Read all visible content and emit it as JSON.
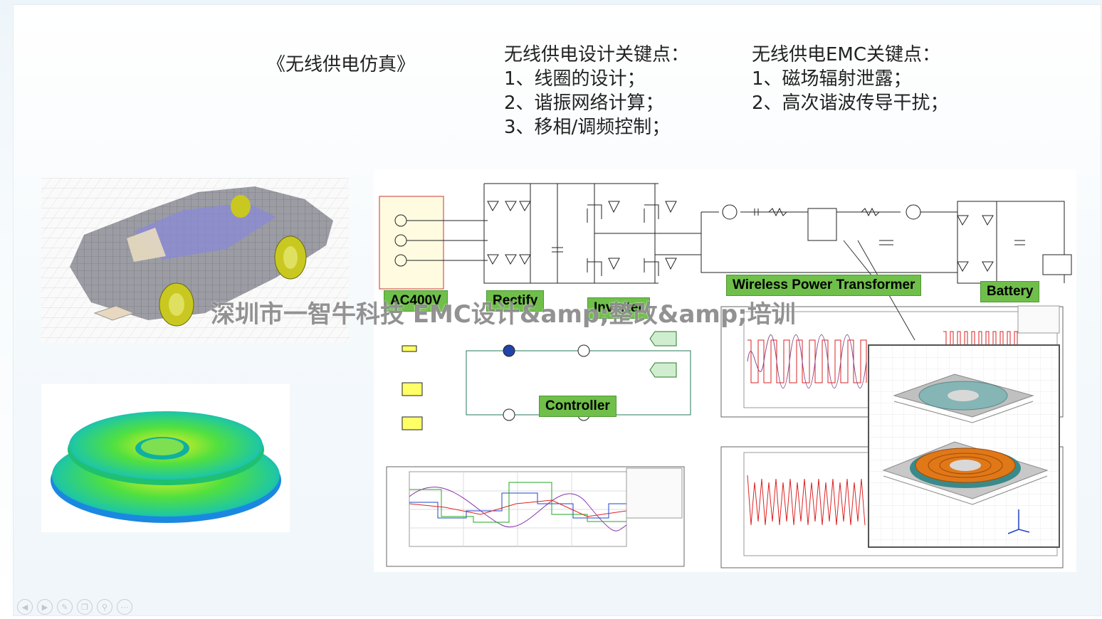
{
  "slide": {
    "title": "《无线供电仿真》",
    "design_points": {
      "heading": "无线供电设计关键点：",
      "items": [
        "1、线圈的设计；",
        "2、谐振网络计算；",
        "3、移相/调频控制；"
      ]
    },
    "emc_points": {
      "heading": "无线供电EMC关键点：",
      "items": [
        "1、磁场辐射泄露；",
        "2、高次谐波传导干扰；"
      ]
    }
  },
  "labels": {
    "ac": "AC400V",
    "rectify": "Rectify",
    "inverter": "Inverter",
    "transformer": "Wireless Power Transformer",
    "battery": "Battery",
    "controller": "Controller"
  },
  "watermark": "深圳市一智牛科技 EMC设计&amp;整改&amp;培训",
  "toolbar": {
    "icons": [
      "prev-icon",
      "next-icon",
      "pen-icon",
      "copy-icon",
      "zoom-icon",
      "more-icon"
    ]
  }
}
